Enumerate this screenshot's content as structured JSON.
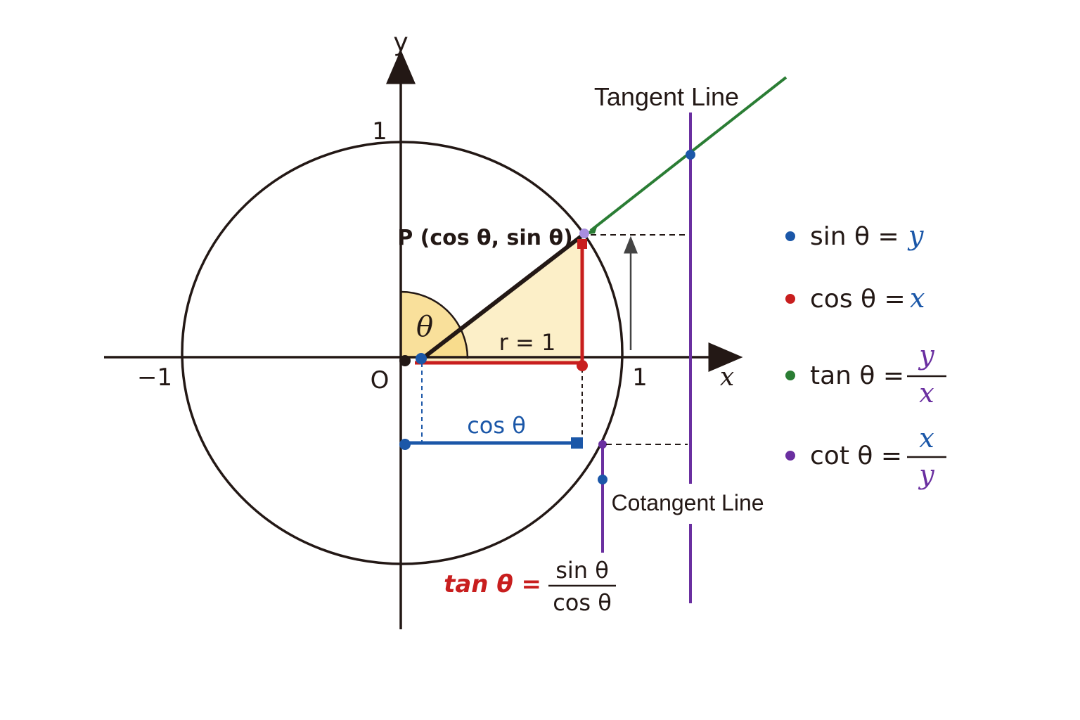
{
  "axes": {
    "x_label": "x",
    "y_label": "y",
    "origin_label": "O",
    "tick_neg1": "−1",
    "tick_x1": "1",
    "tick_y1": "1"
  },
  "angle_label": "θ",
  "radius_label": "r = 1",
  "point_label": "P (cos θ, sin θ)",
  "cos_segment_label": "cos θ",
  "tangent_line_label": "Tangent Line",
  "cotangent_line_label": "Cotangent Line",
  "bottom_formula": {
    "lhs": "tan θ =",
    "numerator": "sin θ",
    "denominator": "cos θ"
  },
  "legend": [
    {
      "lhs": "sin θ =",
      "rhs": "y",
      "color": "#1b57a8"
    },
    {
      "lhs": "cos θ =",
      "rhs": "x",
      "color": "#c81e1e"
    },
    {
      "lhs": "tan θ =",
      "num": "y",
      "den": "x",
      "color": "#2a7d34"
    },
    {
      "lhs": "cot θ =",
      "num": "x",
      "den": "y",
      "color": "#6a2fa0"
    }
  ],
  "colors": {
    "circle": "#231815",
    "red": "#c81e1e",
    "blue": "#1b57a8",
    "green": "#2a7d34",
    "purple": "#6a2fa0",
    "wedge_fill": "#fcefc8",
    "angle_fill": "#f7d57a"
  }
}
